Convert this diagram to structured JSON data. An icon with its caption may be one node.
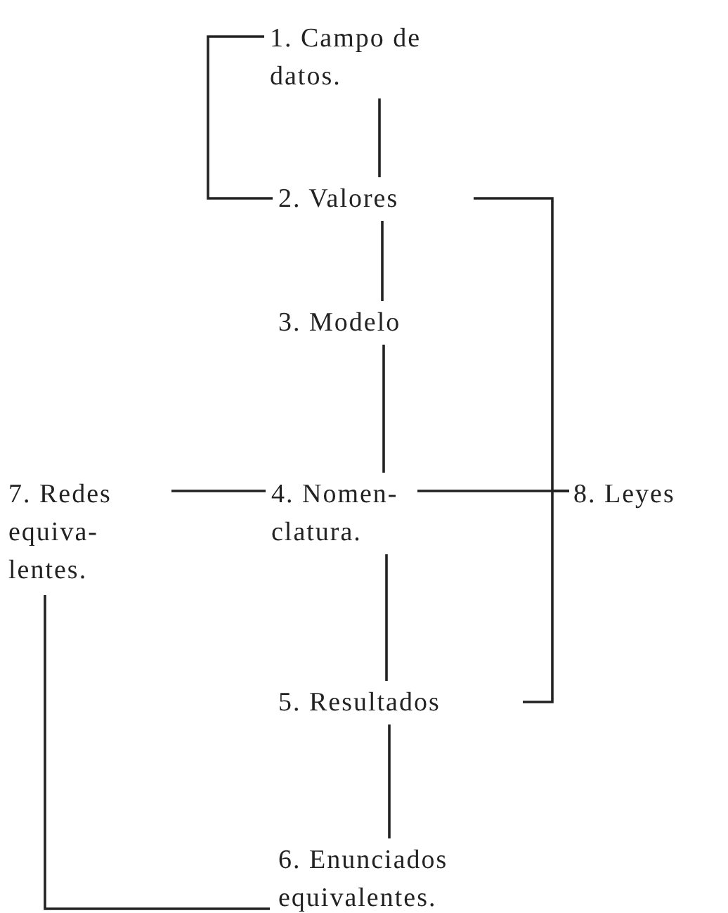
{
  "diagram": {
    "nodes": [
      {
        "text": [
          "1. Campo de datos."
        ]
      },
      {
        "text": [
          "2. Valores"
        ]
      },
      {
        "text": [
          "3. Modelo"
        ]
      },
      {
        "text": [
          "4. Nomen- clatura."
        ]
      },
      {
        "text": [
          "5. Resultados"
        ]
      },
      {
        "text": [
          "6. Enunciados equivalentes."
        ]
      },
      {
        "text": [
          "7. Redes equiva- lentes."
        ]
      },
      {
        "text": [
          "8. Leyes"
        ]
      }
    ],
    "edges": [
      {
        "from": 0,
        "to": 1,
        "arrow": "none"
      },
      {
        "from": 0,
        "to": 1,
        "arrow": "none"
      },
      {
        "from": 1,
        "to": 2,
        "arrow": "none"
      },
      {
        "from": 2,
        "to": 3,
        "arrow": "none"
      },
      {
        "from": 3,
        "to": 4,
        "arrow": "none"
      },
      {
        "from": 4,
        "to": 5,
        "arrow": "none"
      },
      {
        "from": 6,
        "to": 3,
        "arrow": "none"
      },
      {
        "from": 3,
        "to": 7,
        "arrow": "none"
      },
      {
        "from": 1,
        "to": 7,
        "arrow": "none"
      },
      {
        "from": 4,
        "to": 7,
        "arrow": "none"
      },
      {
        "from": 6,
        "to": 5,
        "arrow": "none"
      }
    ]
  }
}
